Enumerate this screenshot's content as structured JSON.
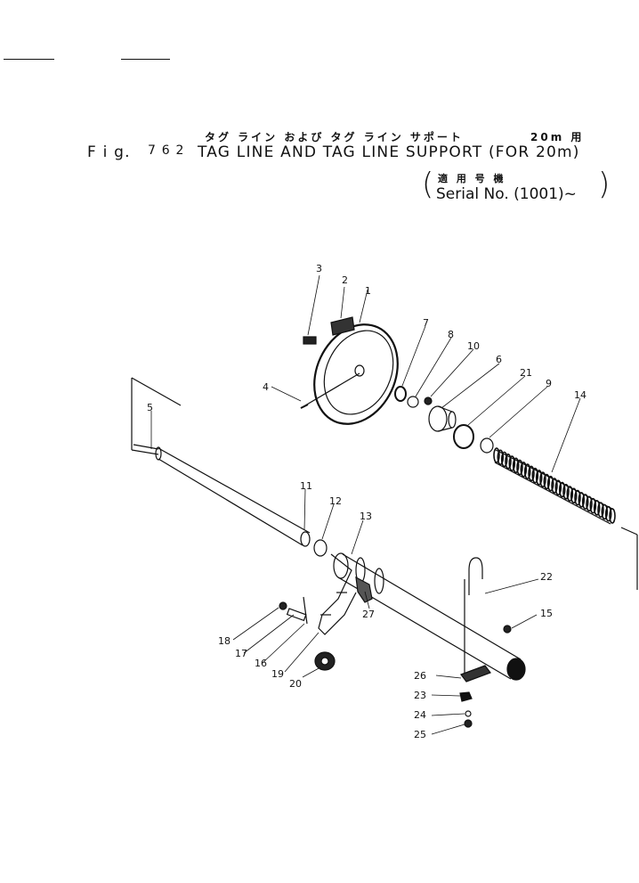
{
  "header": {
    "japanese_title": "タグ ライン および タグ ライン サポート",
    "japanese_suffix": "20m 用",
    "fig_label": "F i g.",
    "fig_number": "7 6 2",
    "english_title": "TAG LINE AND TAG LINE SUPPORT (FOR 20m)",
    "applicable_jp": "適 用 号 機",
    "serial": "Serial No. (1001)~"
  },
  "part_callouts": [
    "1",
    "2",
    "3",
    "4",
    "5",
    "6",
    "7",
    "8",
    "9",
    "10",
    "11",
    "12",
    "13",
    "14",
    "15",
    "16",
    "17",
    "18",
    "19",
    "20",
    "21",
    "22",
    "23",
    "24",
    "25",
    "26",
    "27"
  ]
}
